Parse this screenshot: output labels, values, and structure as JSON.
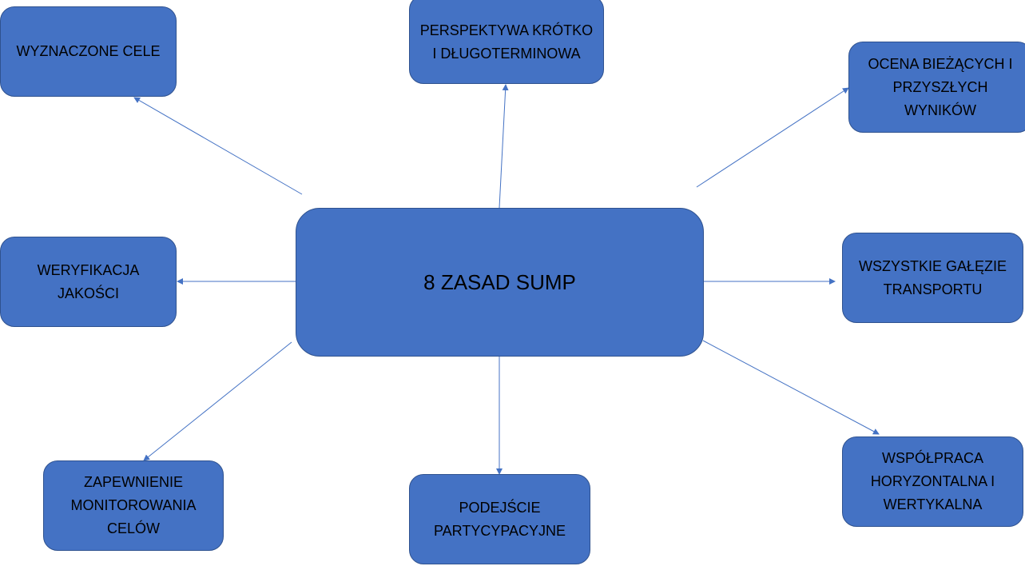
{
  "center": {
    "label": "8 ZASAD SUMP"
  },
  "principles": [
    {
      "id": "wyznaczone-cele",
      "label": "WYZNACZONE CELE"
    },
    {
      "id": "perspektywa",
      "label": "PERSPEKTYWA KRÓTKO I DŁUGOTERMINOWA"
    },
    {
      "id": "ocena",
      "label": "OCENA BIEŻĄCYCH I PRZYSZŁYCH WYNIKÓW"
    },
    {
      "id": "weryfikacja",
      "label": "WERYFIKACJA JAKOŚCI"
    },
    {
      "id": "wszystkie-galezie",
      "label": "WSZYSTKIE GAŁĘZIE TRANSPORTU"
    },
    {
      "id": "zapewnienie",
      "label": "ZAPEWNIENIE MONITOROWANIA CELÓW"
    },
    {
      "id": "podejscie",
      "label": "PODEJŚCIE PARTYCYPACYJNE"
    },
    {
      "id": "wspolpraca",
      "label": "WSPÓŁPRACA HORYZONTALNA I WERTYKALNA"
    }
  ],
  "colors": {
    "box_fill": "#4472C4",
    "box_border": "#2F528F",
    "arrow": "#4472C4"
  }
}
